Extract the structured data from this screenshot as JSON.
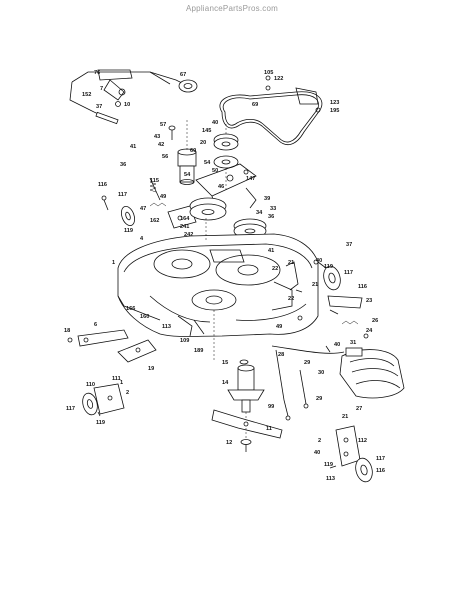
{
  "watermark": "AppliancePartsPros.com",
  "part_labels": [
    "76",
    "7",
    "152",
    "37",
    "10",
    "67",
    "105",
    "122",
    "123",
    "195",
    "69",
    "40",
    "145",
    "57",
    "43",
    "42",
    "60",
    "56",
    "20",
    "54",
    "54",
    "50",
    "147",
    "41",
    "36",
    "116",
    "117",
    "119",
    "115",
    "49",
    "47",
    "162",
    "164",
    "241",
    "242",
    "4",
    "39",
    "33",
    "34",
    "41",
    "22",
    "21",
    "40",
    "119",
    "117",
    "116",
    "1",
    "166",
    "160",
    "113",
    "109",
    "189",
    "18",
    "6",
    "19",
    "111",
    "110",
    "117",
    "2",
    "1",
    "119",
    "15",
    "14",
    "22",
    "11",
    "12",
    "21",
    "23",
    "26",
    "24",
    "40",
    "31",
    "30",
    "29",
    "28",
    "27",
    "29",
    "113",
    "112",
    "119",
    "117",
    "116",
    "2",
    "40",
    "21",
    "37",
    "46",
    "36",
    "49",
    "99"
  ]
}
